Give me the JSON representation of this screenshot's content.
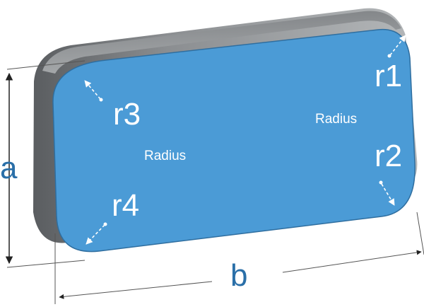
{
  "labels": {
    "r1": "r1",
    "r2": "r2",
    "r3": "r3",
    "r4": "r4",
    "radius_right": "Radius",
    "radius_left": "Radius",
    "dim_a": "a",
    "dim_b": "b"
  },
  "colors": {
    "face": "#4b9bd6",
    "face_edge": "#2f6e9f",
    "side_dark": "#5e6163",
    "side_light": "#a8abad",
    "dimension_text": "#2a6fa8",
    "dimension_line": "#333333",
    "arrow": "#ffffff"
  }
}
